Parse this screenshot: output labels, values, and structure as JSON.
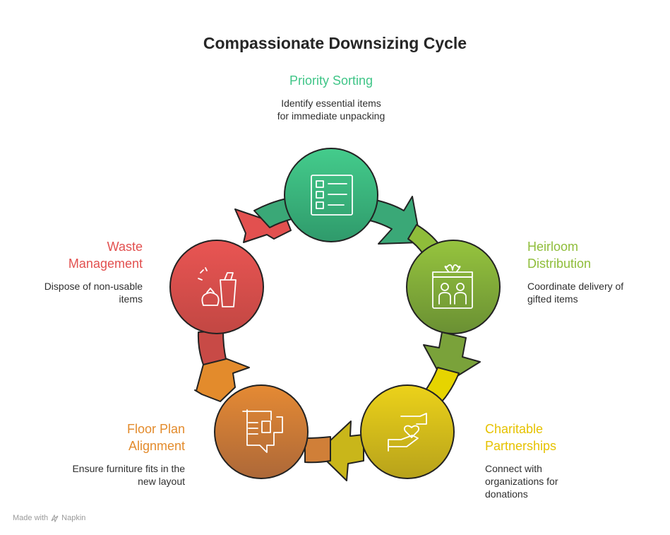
{
  "title": "Compassionate Downsizing Cycle",
  "stages": [
    {
      "title": "Priority Sorting",
      "description_lines": [
        "Identify essential items",
        "for immediate unpacking"
      ],
      "color": "#3fc587",
      "icon": "checklist-icon"
    },
    {
      "title_lines": [
        "Heirloom",
        "Distribution"
      ],
      "description_lines": [
        "Coordinate delivery of",
        "gifted items"
      ],
      "color": "#8fbd3a",
      "icon": "gift-family-icon"
    },
    {
      "title_lines": [
        "Charitable",
        "Partnerships"
      ],
      "description_lines": [
        "Connect with",
        "organizations for",
        "donations"
      ],
      "color": "#e6c200",
      "icon": "donation-hand-heart-icon"
    },
    {
      "title_lines": [
        "Floor Plan",
        "Alignment"
      ],
      "description_lines": [
        "Ensure furniture fits in the",
        "new layout"
      ],
      "color": "#e38b2c",
      "icon": "floor-plan-icon"
    },
    {
      "title_lines": [
        "Waste",
        "Management"
      ],
      "description_lines": [
        "Dispose of non-usable",
        "items"
      ],
      "color": "#e2504f",
      "icon": "trash-bag-icon"
    }
  ],
  "footer": {
    "made_with": "Made with",
    "brand": "Napkin"
  }
}
